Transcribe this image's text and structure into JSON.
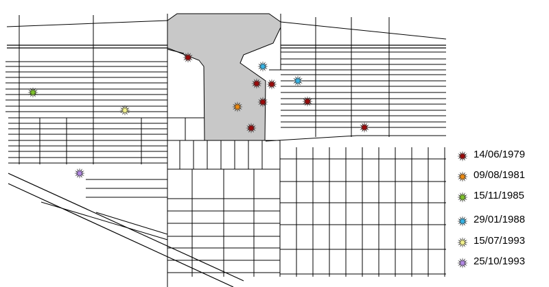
{
  "legend": {
    "items": [
      {
        "label": "14/06/1979",
        "color": "#9b0a0a",
        "icon": "star-burst-marker"
      },
      {
        "label": "09/08/1981",
        "color": "#ee8a10",
        "icon": "star-burst-marker"
      },
      {
        "label": "15/11/1985",
        "color": "#7ec12a",
        "icon": "star-burst-marker"
      },
      {
        "label": "29/01/1988",
        "color": "#36b4e6",
        "icon": "star-burst-marker"
      },
      {
        "label": "15/07/1993",
        "color": "#f3f28c",
        "icon": "star-burst-marker"
      },
      {
        "label": "25/10/1993",
        "color": "#b389e6",
        "icon": "star-burst-marker"
      }
    ]
  },
  "map": {
    "line_color": "#000000",
    "shaded_area_color": "#c8c8c8",
    "events": [
      {
        "date": "14/06/1979"
      },
      {
        "date": "14/06/1979"
      },
      {
        "date": "14/06/1979"
      },
      {
        "date": "14/06/1979"
      },
      {
        "date": "14/06/1979"
      },
      {
        "date": "14/06/1979"
      },
      {
        "date": "14/06/1979"
      },
      {
        "date": "09/08/1981"
      },
      {
        "date": "15/11/1985"
      },
      {
        "date": "29/01/1988"
      },
      {
        "date": "29/01/1988"
      },
      {
        "date": "15/07/1993"
      },
      {
        "date": "25/10/1993"
      }
    ]
  }
}
